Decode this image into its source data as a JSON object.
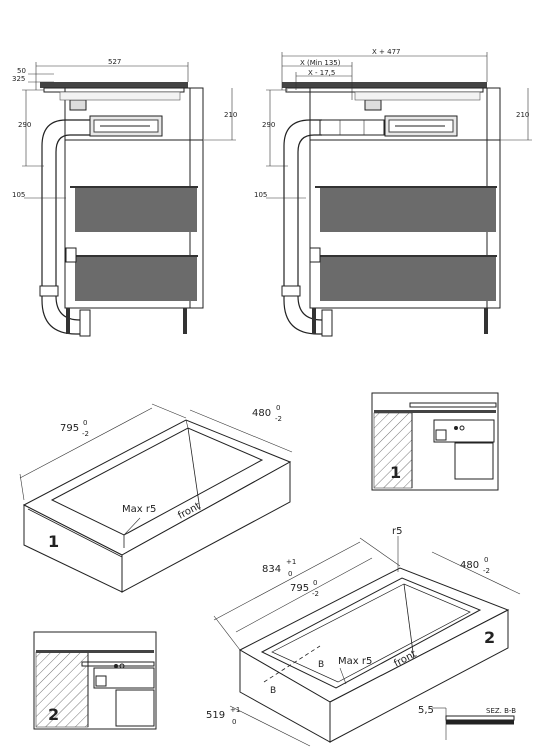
{
  "top_left": {
    "dim_top": "527",
    "dim_50": "50",
    "dim_325": "325",
    "dim_290": "290",
    "dim_210": "210",
    "dim_105": "105"
  },
  "top_right": {
    "dim_x477": "X + 477",
    "dim_xmin": "X (Min 135)",
    "dim_x175": "X - 17,5",
    "dim_290": "290",
    "dim_210": "210",
    "dim_105": "105"
  },
  "box1": {
    "len": "795",
    "len_tol_top": "0",
    "len_tol_bot": "-2",
    "wid": "480",
    "wid_tol_top": "0",
    "wid_tol_bot": "-2",
    "radius": "Max r5",
    "front": "front",
    "number": "1"
  },
  "detail1": {
    "number": "1"
  },
  "box2": {
    "len_outer": "834",
    "len_outer_tol_top": "+1",
    "len_outer_tol_bot": "0",
    "len": "795",
    "len_tol_top": "0",
    "len_tol_bot": "-2",
    "wid": "480",
    "wid_tol_top": "0",
    "wid_tol_bot": "-2",
    "wid_outer": "519",
    "wid_outer_tol_top": "+1",
    "wid_outer_tol_bot": "0",
    "radius": "Max r5",
    "corner_r": "r5",
    "front": "front",
    "section_b1": "B",
    "section_b2": "B",
    "number": "2"
  },
  "detail2": {
    "number": "2"
  },
  "section": {
    "dim": "5,5",
    "label": "SEZ. B-B"
  }
}
